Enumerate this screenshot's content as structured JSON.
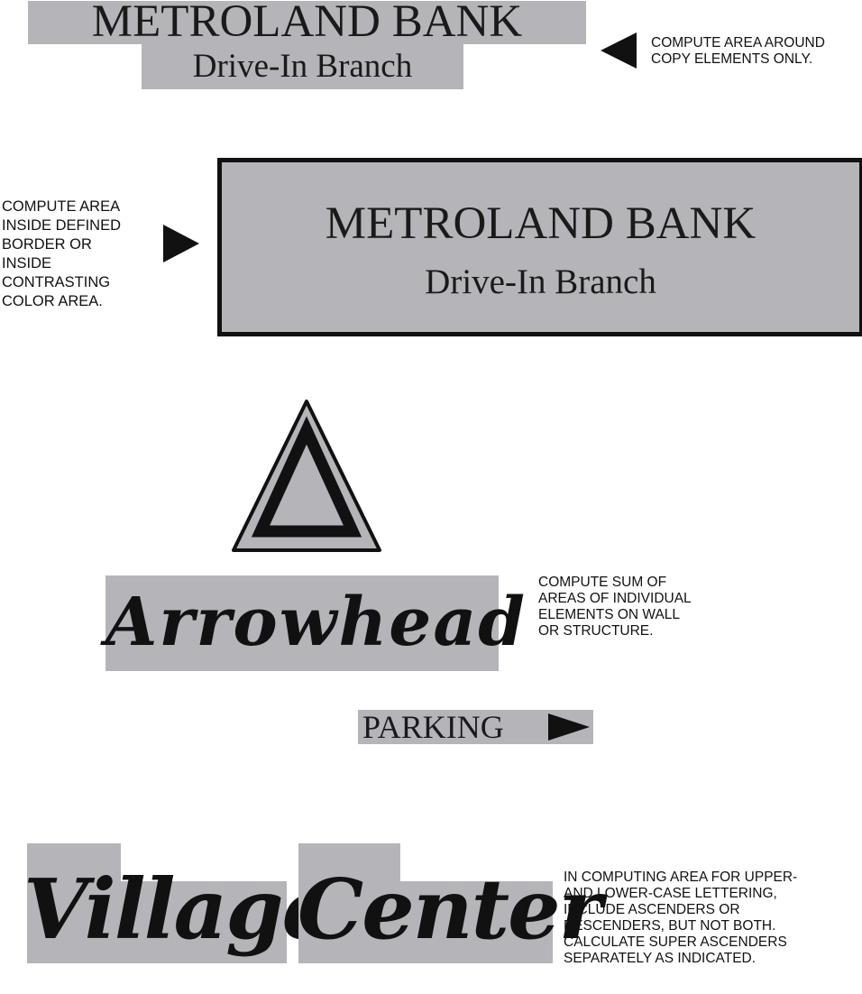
{
  "examples": {
    "copy_only": {
      "title": "METROLAND BANK",
      "subtitle": "Drive-In Branch",
      "note_lines": [
        "COMPUTE AREA AROUND",
        "COPY ELEMENTS ONLY."
      ]
    },
    "bordered": {
      "title": "METROLAND BANK",
      "subtitle": "Drive-In Branch",
      "note_lines": [
        "COMPUTE AREA",
        "INSIDE DEFINED",
        "BORDER OR",
        "INSIDE",
        "CONTRASTING",
        "COLOR AREA."
      ]
    },
    "individual_elements": {
      "logo": "triangle-logo",
      "wordmark": "Arrowhead",
      "parking_label": "PARKING",
      "note_lines": [
        "COMPUTE SUM OF",
        "AREAS OF INDIVIDUAL",
        "ELEMENTS ON WALL",
        "OR STRUCTURE."
      ]
    },
    "upper_lower_case": {
      "word1": "Village",
      "word2": "Center",
      "note_lines": [
        "IN COMPUTING AREA FOR UPPER-",
        "AND LOWER-CASE LETTERING,",
        "INCLUDE ASCENDERS OR",
        "DESCENDERS, BUT NOT BOTH.",
        "CALCULATE SUPER ASCENDERS",
        "SEPARATELY AS INDICATED."
      ]
    }
  },
  "colors": {
    "sign_gray": "#b5b4b9",
    "ink": "#111111"
  }
}
